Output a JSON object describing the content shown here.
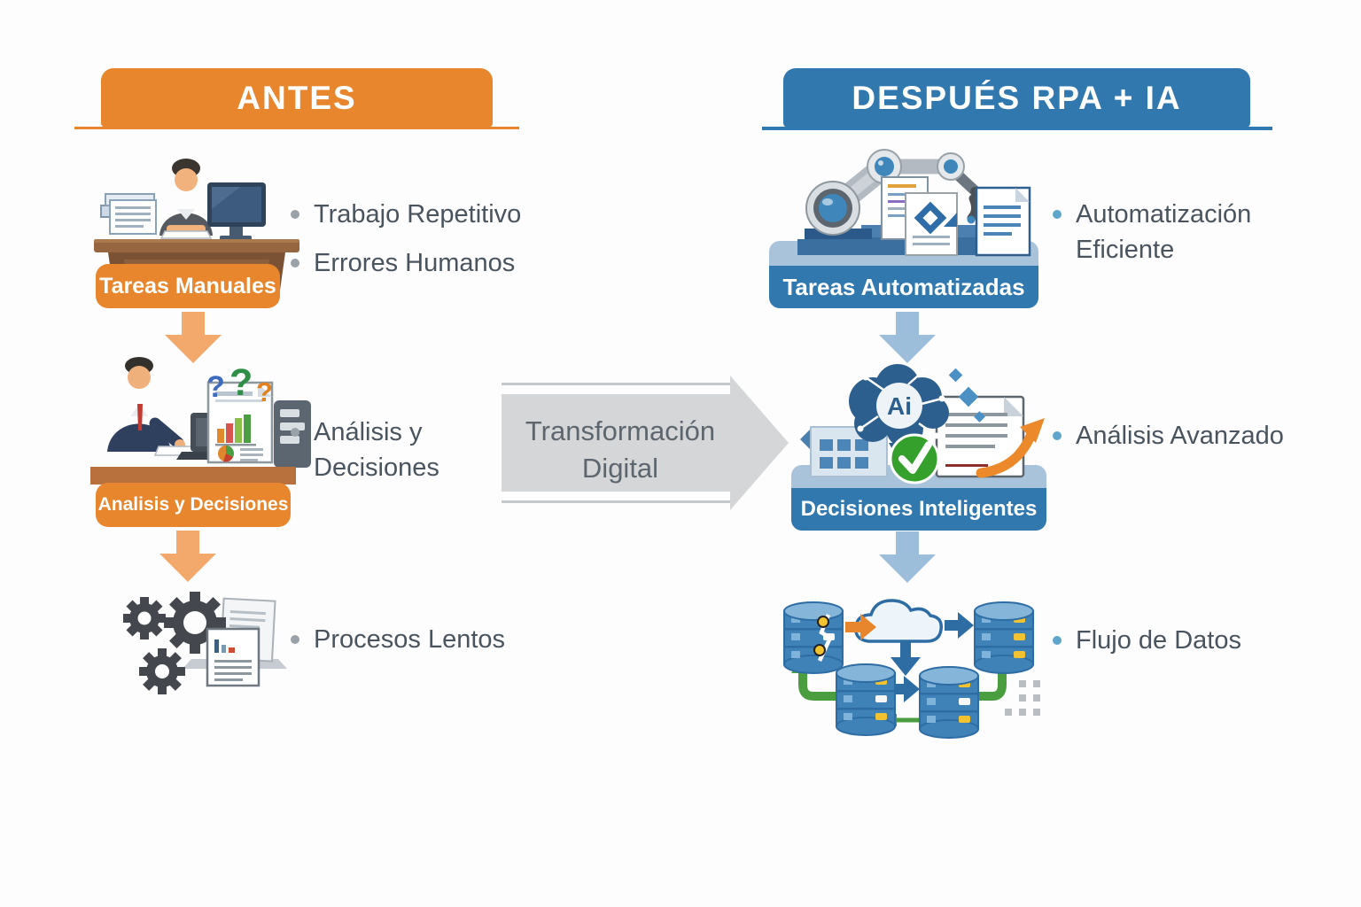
{
  "antes": {
    "title": "ANTES",
    "step1": {
      "label": "Tareas Manuales",
      "bullet1": "Trabajo Repetitivo",
      "bullet2": "Errores Humanos"
    },
    "step2": {
      "label": "Analisis y Decisiones",
      "bullet1": "Análisis y Decisiones"
    },
    "step3": {
      "bullet1": "Procesos Lentos"
    }
  },
  "transformacion": {
    "line1": "Transformación",
    "line2": "Digital"
  },
  "despues": {
    "title": "DESPUÉS RPA + IA",
    "step1": {
      "label": "Tareas Automatizadas",
      "bullet1": "Automatización Eficiente"
    },
    "step2": {
      "label": "Decisiones Inteligentes",
      "bullet1": "Análisis Avanzado",
      "ai_badge": "Ai"
    },
    "step3": {
      "bullet1": "Flujo de Datos"
    }
  },
  "decor": {
    "question_mark": "?"
  },
  "colors": {
    "orange": "#E8862D",
    "orange_arrow": "#F3A96B",
    "blue": "#3178AF",
    "blue_band": "#A9C3DB",
    "blue_arrow": "#9CBEDA",
    "bullet_gray": "#99A2A9",
    "bullet_blue": "#5FA6CC",
    "text_gray": "#4A545E",
    "mid_arrow_gray": "#D4D6D8",
    "green_check": "#35A02C",
    "db_blue": "#3E82B8"
  }
}
